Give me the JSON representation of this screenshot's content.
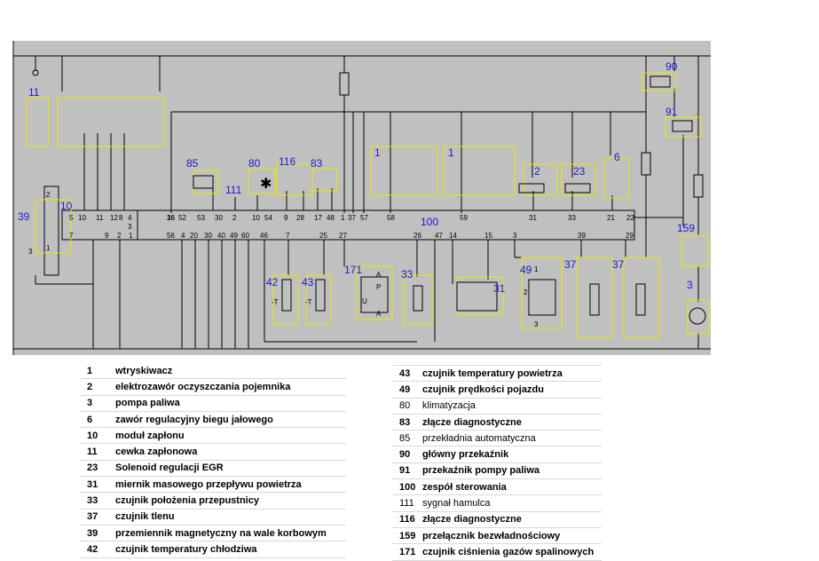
{
  "diagram": {
    "component_numbers": [
      "11",
      "10",
      "39",
      "85",
      "111",
      "80",
      "116",
      "83",
      "1",
      "1",
      "2",
      "23",
      "6",
      "90",
      "91",
      "100",
      "42",
      "43",
      "171",
      "33",
      "31",
      "49",
      "37",
      "37",
      "159",
      "3"
    ],
    "pin_labels": {
      "module_top": [
        "5",
        "10",
        "11",
        "12",
        "8",
        "4"
      ],
      "module_bottom": [
        "7",
        "9",
        "2",
        "1"
      ],
      "module_mid": [
        "3"
      ],
      "coil_pins": [
        "2",
        "1",
        "3"
      ],
      "ecu_top": [
        "16",
        "52",
        "53",
        "30",
        "2",
        "10",
        "54",
        "9",
        "28",
        "17",
        "48",
        "1",
        "37",
        "57",
        "58",
        "59",
        "31",
        "33",
        "21",
        "22"
      ],
      "ecu_left": [
        "36",
        "56"
      ],
      "ecu_bottom": [
        "4",
        "20",
        "30",
        "40",
        "49",
        "60",
        "46",
        "7",
        "25",
        "27",
        "26",
        "47",
        "14",
        "15",
        "3",
        "39",
        "29"
      ],
      "sensor_171": [
        "A",
        "P",
        "U",
        "A"
      ],
      "sensor_49": [
        "2",
        "1",
        "3"
      ],
      "temp_sensor": "-T"
    }
  },
  "legend_left": [
    {
      "num": "1",
      "text": "wtryskiwacz"
    },
    {
      "num": "2",
      "text": "elektrozawór oczyszczania pojemnika"
    },
    {
      "num": "3",
      "text": "pompa paliwa"
    },
    {
      "num": "6",
      "text": "zawór regulacyjny biegu jałowego"
    },
    {
      "num": "10",
      "text": "moduł zapłonu"
    },
    {
      "num": "11",
      "text": "cewka zapłonowa"
    },
    {
      "num": "23",
      "text": "Solenoid regulacji EGR"
    },
    {
      "num": "31",
      "text": "miernik masowego przepływu powietrza"
    },
    {
      "num": "33",
      "text": "czujnik położenia przepustnicy"
    },
    {
      "num": "37",
      "text": "czujnik tlenu"
    },
    {
      "num": "39",
      "text": "przemiennik magnetyczny na wale korbowym"
    },
    {
      "num": "42",
      "text": "czujnik temperatury chłodziwa"
    }
  ],
  "legend_right": [
    {
      "num": "43",
      "text": "czujnik temperatury powietrza",
      "bold": true
    },
    {
      "num": "49",
      "text": "czujnik prędkości pojazdu",
      "bold": true
    },
    {
      "num": "80",
      "text": "klimatyzacja",
      "bold": false
    },
    {
      "num": "83",
      "text": "złącze diagnostyczne",
      "bold": true
    },
    {
      "num": "85",
      "text": "przekładnia automatyczna",
      "bold": false
    },
    {
      "num": "90",
      "text": "główny przekaźnik",
      "bold": true
    },
    {
      "num": "91",
      "text": "przekaźnik pompy paliwa",
      "bold": true
    },
    {
      "num": "100",
      "text": "zespół sterowania",
      "bold": true
    },
    {
      "num": "111",
      "text": "sygnał hamulca",
      "bold": false
    },
    {
      "num": "116",
      "text": "złącze diagnostyczne",
      "bold": true
    },
    {
      "num": "159",
      "text": "przełącznik bezwładnościowy",
      "bold": true
    },
    {
      "num": "171",
      "text": "czujnik ciśnienia gazów spalinowych",
      "bold": true
    }
  ]
}
